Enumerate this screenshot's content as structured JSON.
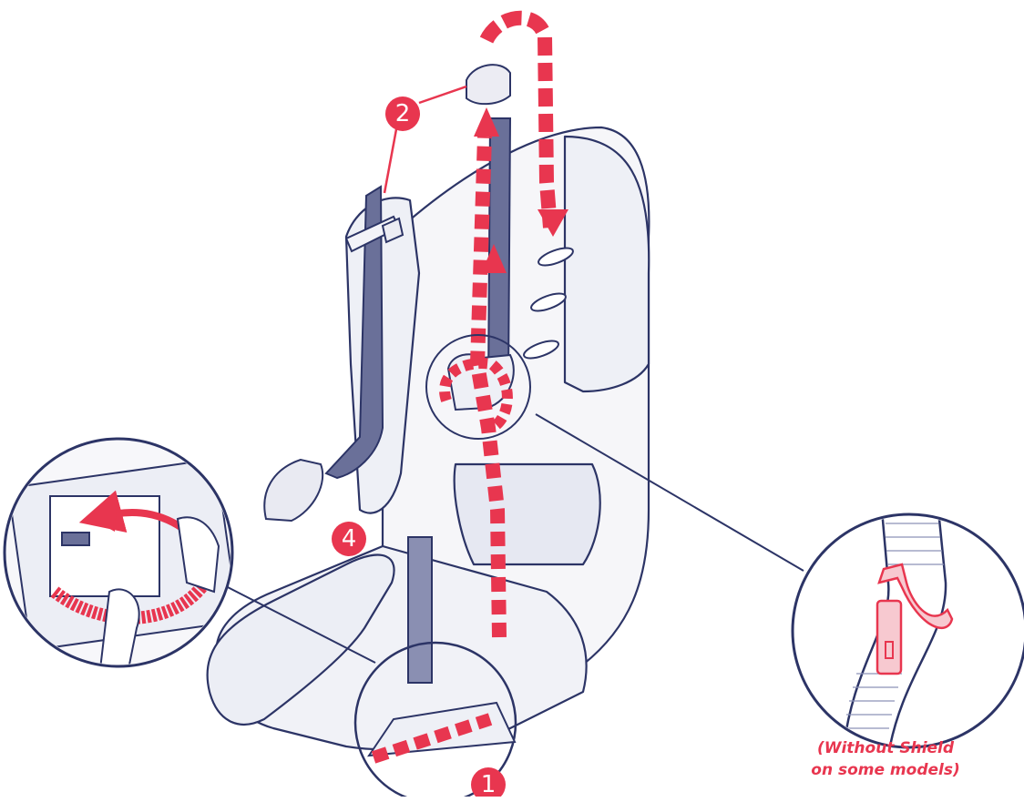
{
  "colors": {
    "accent_red": "#e8364f",
    "ink_navy": "#2c3466",
    "light_navy": "#8c92b8",
    "pink_fill": "#f7c9d0"
  },
  "callouts": {
    "step_1": "1",
    "step_2": "2",
    "step_4": "4"
  },
  "caption": {
    "line1": "(Without Shield",
    "line2": "on some models)"
  },
  "icons": [
    "car-seat-illustration",
    "detail-magnifier-left",
    "detail-magnifier-right",
    "routing-arrow"
  ]
}
